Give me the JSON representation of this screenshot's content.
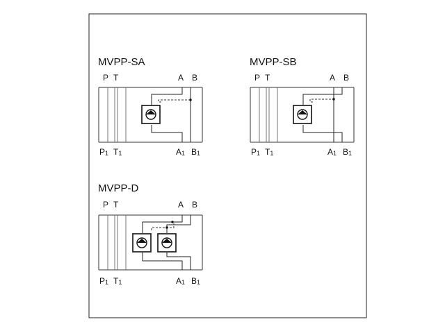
{
  "diagrams": [
    {
      "title": "MVPP-SA",
      "top_ports": {
        "p": "P",
        "t": "T",
        "a": "A",
        "b": "B"
      },
      "bottom_ports": {
        "p": "P",
        "p_sub": "1",
        "t": "T",
        "t_sub": "1",
        "a": "A",
        "a_sub": "1",
        "b": "B",
        "b_sub": "1"
      }
    },
    {
      "title": "MVPP-SB",
      "top_ports": {
        "p": "P",
        "t": "T",
        "a": "A",
        "b": "B"
      },
      "bottom_ports": {
        "p": "P",
        "p_sub": "1",
        "t": "T",
        "t_sub": "1",
        "a": "A",
        "a_sub": "1",
        "b": "B",
        "b_sub": "1"
      }
    },
    {
      "title": "MVPP-D",
      "top_ports": {
        "p": "P",
        "t": "T",
        "a": "A",
        "b": "B"
      },
      "bottom_ports": {
        "p": "P",
        "p_sub": "1",
        "t": "T",
        "t_sub": "1",
        "a": "A",
        "a_sub": "1",
        "b": "B",
        "b_sub": "1"
      }
    }
  ],
  "colors": {
    "ink": "#111111",
    "background": "#ffffff"
  },
  "icons": [
    "check-valve-icon"
  ]
}
